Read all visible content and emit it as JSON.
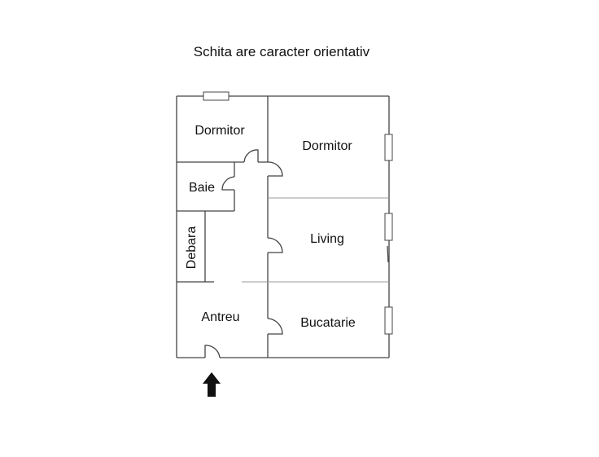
{
  "title": "Schita are caracter orientativ",
  "rooms": {
    "dormitor_left": "Dormitor",
    "dormitor_right": "Dormitor",
    "baie": "Baie",
    "debara": "Debara",
    "living": "Living",
    "antreu": "Antreu",
    "bucatarie": "Bucatarie"
  },
  "icons": {
    "entrance": "up-arrow-icon"
  }
}
